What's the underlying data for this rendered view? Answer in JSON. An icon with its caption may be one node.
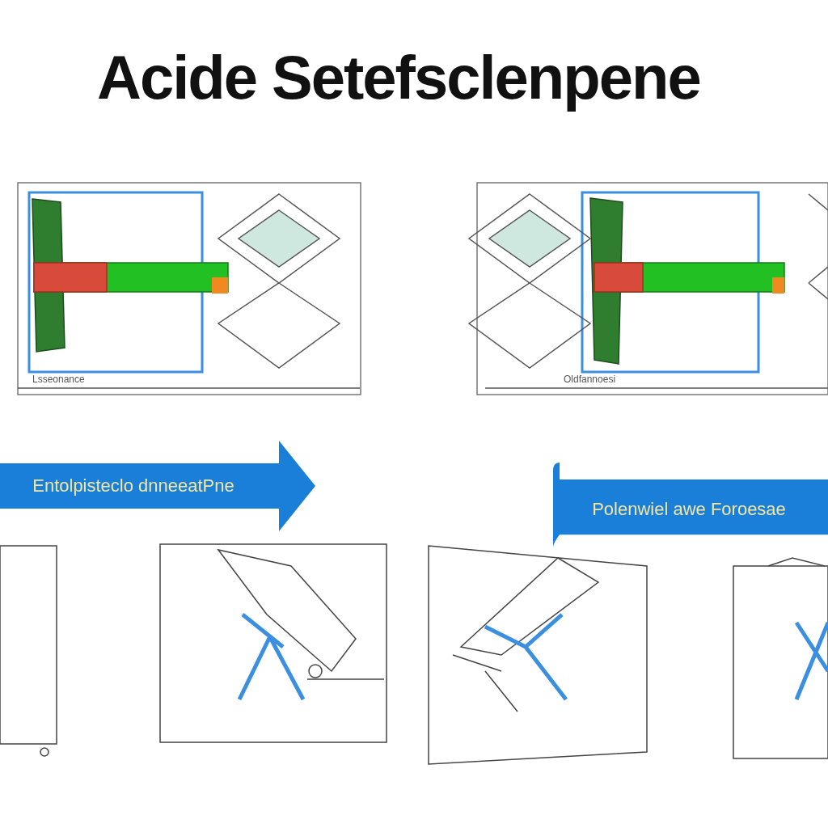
{
  "diagram": {
    "title": "Acide Setefsclenpene",
    "nodes": [
      {
        "text": [
          "Entolpisteclo dnneeatPne"
        ]
      },
      {
        "text": [
          "Polenwiel awe Foroesae"
        ]
      }
    ],
    "edges": [],
    "labels": [
      "Lsseonance",
      "Oldfannoesi"
    ]
  }
}
